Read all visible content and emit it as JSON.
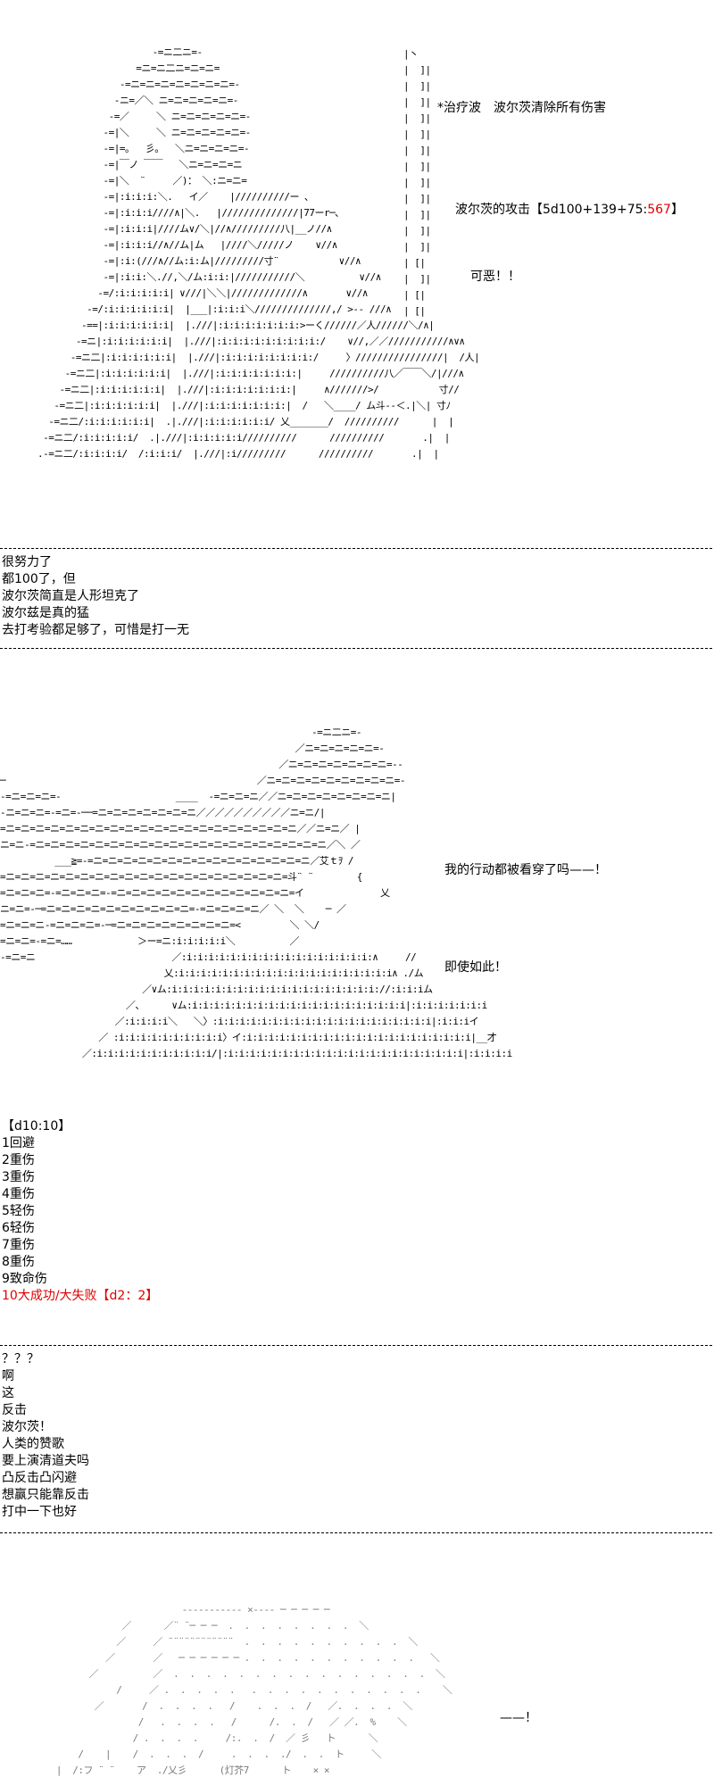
{
  "scene1": {
    "art": "                     -=ニ二ニ=-\n                  =ニ=ニ二ニ=ニ=ニ=\n               -=ニ=ニ=ニ=ニ=ニ=ニ=ニ=-\n              -ニ=／＼ ニ=ニ=ニ=ニ=ニ=-\n             -=／     ＼ ニ=ニ=ニ=ニ=ニ=-\n            -=|＼     ＼ ニ=ニ=ニ=ニ=ニ=-\n            -=|=。  彡。  ＼ニ=ニ=ニ=ニ=-\n            -=|￣ノ ￣￣   ＼ニ=ニ=ニ=ニ\n            -=|＼  ¨     ／)： ＼:ニ=ニ=\n            -=|:i:i:i:＼.   イ／    |//////////ー ､\n            -=|:i:i:i////∧|＼.   |//////////////|77ーr─､\n            -=|:i:i:i|////ム∨/＼|//∧/////////八|__ノ//∧\n            -=|:i:i:i//∧//ム|ム   |////＼/////ノ    ∨//∧\n            -=|:i:(///∧//ム:i:ム|/////////寸¨           ∨//∧\n            -=|:i:i:＼.//,＼/ム:i:i:|///////////＼          ∨//∧\n           -=/:i:i:i:i:i| ∨///|＼＼|/////////////∧       ∨//∧\n         -=/:i:i:i:i:i:i|  |___|:i:i:i＼//////////////,/ >‐- ///∧\n        -==|:i:i:i:i:i:i|  |.///|:i:i:i:i:i:i:i:>ーく//////／人//////＼/∧|\n       -=ニ|:i:i:i:i:i:i|  |.///|:i:i:i:i:i:i:i:i:i:/    ∨//,／／///////////∧∨∧\n      -=ニ二|:i:i:i:i:i:i|  |.///|:i:i:i:i:i:i:i:i:/     〉////////////////|  /人|\n     -=ニ二|:i:i:i:i:i:i|  |.///|:i:i:i:i:i:i:i:|     //////////八／￣￣＼/|///∧\n    -=ニ二|:i:i:i:i:i:i|  |.///|:i:i:i:i:i:i:i:|     ∧///////>/           寸//\n   -=ニ二|:i:i:i:i:i:i|  |.///|:i:i:i:i:i:i:i:|  /   ＼____/ ム斗‐-＜.|＼| 寸ﾉ\n  -=ニ二/:i:i:i:i:i:i|  .|.///|:i:i:i:i:i:i/ 乂_______/  //////////      |  |\n -=ニ二/:i:i:i:i:i/  .|.///|:i:i:i:i:i//////////      //////////       .|  |\n.-=ニ二/:i:i:i:i/  /:i:i:i/  |.///|:i/////////      //////////       .|  |",
    "pole": "|丶\n|  ]|\n|  ]|\n|  ]|\n|  ]|\n|  ]|\n|  ]|\n|  ]|\n|  ]|\n|  ]|\n|  ]|\n|  ]|\n|  ]|\n| [|\n|  ]|\n| [|\n| [|",
    "heal_text": "*治疗波　波尔茨清除所有伤害",
    "attack_prefix": "波尔茨的攻击【5d100+139+75:",
    "attack_total": "567",
    "attack_suffix": "】",
    "regret": "可恶！！"
  },
  "comments1": [
    "很努力了",
    "都100了，但",
    "波尔茨简直是人形坦克了",
    "波尔兹是真的猛",
    "去打考验都足够了，可惜是打一无"
  ],
  "scene2": {
    "art": "                                                         -=ニ二ニ=-\n                                                      ／ニ=ニ=ニ=ニ=ニ=-\n                                                   ／ニ=ニ=ニ=ニ=ニ=ニ=ニ=--\n─                                              ／ニ=ニ=ニ=ニ=ニ=ニ=ニ=ニ=ニ=-\n-=ニ=ニ=ニ=-                     ____  -=ニ=ニ=ニ／／ニ=ニ=ニ=ニ=ニ=ニ=ニ=ニ|\n-ニ=ニ=ニ=-=ニ=-──=ニ=ニ=ニ=ニ=ニ=ニ=ニ／／／／／／／／／／ニ=ニ/|\n=ニ=ニ=ニ=ニ=ニ=ニ=ニ=ニ=ニ=ニ=ニ=ニ=ニ=ニ=ニ=ニ=ニ=ニ=ニ=ニ／／ニ=ニ／ |\nニ=ニ-=ニ=ニ=ニ=ニ=ニ=ニ=ニ=ニ=ニ=ニ=ニ=ニ=ニ=ニ=ニ=ニ=ニ=ニ=ニ=ニ／＼ ／\n          ___≧=-=ニ=ニ=ニ=ニ=ニ=ニ=ニ=ニ=ニ=ニ=ニ=ニ=ニ=ニ=ニ／艾ｔｦ /\n=ニ=ニ=ニ=ニ=ニ=ニ=ニ=ニ=ニ=ニ=ニ=ニ=ニ=ニ=ニ=ニ=ニ=ニ=ニ=斗¨ ¨        {\n=ニ=ニ=ニ=-=ニ=ニ=ニ=-=ニ=ニ=ニ=ニ=ニ=ニ=ニ=ニ=ニ=ニ=ニ=ニ=イ              乂\nニ=ニ=-─=ニ=ニ=ニ=ニ=ニ=ニ=ニ=ニ=ニ=ニ=-=ニ=ニ=ニ=ニ／ ＼  ＼    ─ ／\n=ニ=ニ=ニ-=ニ=ニ=ニ=-─=ニ=ニ=ニ=ニ=ニ=ニ=ニ=ニ=<         ＼ ＼/\n=ニ=ニ=-=ニ=……            ＞ー=ニ:i:i:i:i:i＼          ／\n-=ニ=ニ                         ／:i:i:i:i:i:i:i:i:i:i:i:i:i:i:i:i:i:∧     //\n                              乂:i:i:i:i:i:i:i:i:i:i:i:i:i:i:i:i:i:i:i:i∧ ./ム\n                          ／∨ム:i:i:i:i:i:i:i:i:i:i:i:i:i:i:i:i:i:i:i://:i:i:iム\n                       ／、     ∨ム:i:i:i:i:i:i:i:i:i:i:i:i:i:i:i:i:i:i:i:i|:i:i:i:i:i:i:i\n                     ／:i:i:i:i＼   ＼〉:i:i:i:i:i:i:i:i:i:i:i:i:i:i:i:i:i:i:i:i|:i:i:iイ\n                  ／ :i:i:i:i:i:i:i:i:i:i〉イ:i:i:i:i:i:i:i:i:i:i:i:i:i:i:i:i:i:i:i:i:i|__才\n               ／:i:i:i:i:i:i:i:i:i:i:i/|:i:i:i:i:i:i:i:i:i:i:i:i:i:i:i:i:i:i:i:i:i:i|:i:i:i:i",
    "line1": "我的行动都被看穿了吗——！",
    "line2": "即使如此！"
  },
  "dice": {
    "header": "【d10:10】",
    "options": [
      "1回避",
      "2重伤",
      "3重伤",
      "4重伤",
      "5轻伤",
      "6轻伤",
      "7重伤",
      "8重伤",
      "9致命伤"
    ],
    "result": "10大成功/大失败【d2：2】"
  },
  "comments2": [
    "？？？",
    "啊",
    "这",
    "反击",
    "波尔茨！",
    "人类的赞歌",
    "要上演清道夫吗",
    "凸反击凸闪避",
    "想赢只能靠反击",
    "打中一下也好"
  ],
  "scene3": {
    "art": "                              ----------- ×---- ─ ─ ─ ─ ─\n                   ／      ／¨ ¨─ ─ ─  .  .  .  .  .  .  .  .  ＼\n                  ／     ／ ¨¨¨¨¨¨¨¨¨¨¨¨  .  .  .  .  .  .  .  .  .  .  ＼\n                ／       ／   ─ ─ ─ ─ ─ ─ .  .  .  .  .  .  .  .  .  .  .   ＼\n             ／          ／  .  .  .  .  .  .  .  .  .  .  .  .  .  .  .  .  ＼\n                  /     ／ .  .  .  .  .   .  .  .  .  .  .  .  .  .  .  .    ＼\n              ／       /  .  .  .  .   /    .  .  .  /   ／.  .  .  .  ＼\n                      /   .  .  .  .   /      /.  .  /   ／ ／.  %    ＼\n                     / .  .  .  .     /:.  .  /  ／ 彡   ト      ＼\n           /    |    /  .  .  .  /     .  .  .  ./  .  .  ト     ＼\n       |  /:フ ¨ ¨    ア  ./乂彡      (灯芥7      ト    × ×"
  },
  "exclaim": "——！"
}
